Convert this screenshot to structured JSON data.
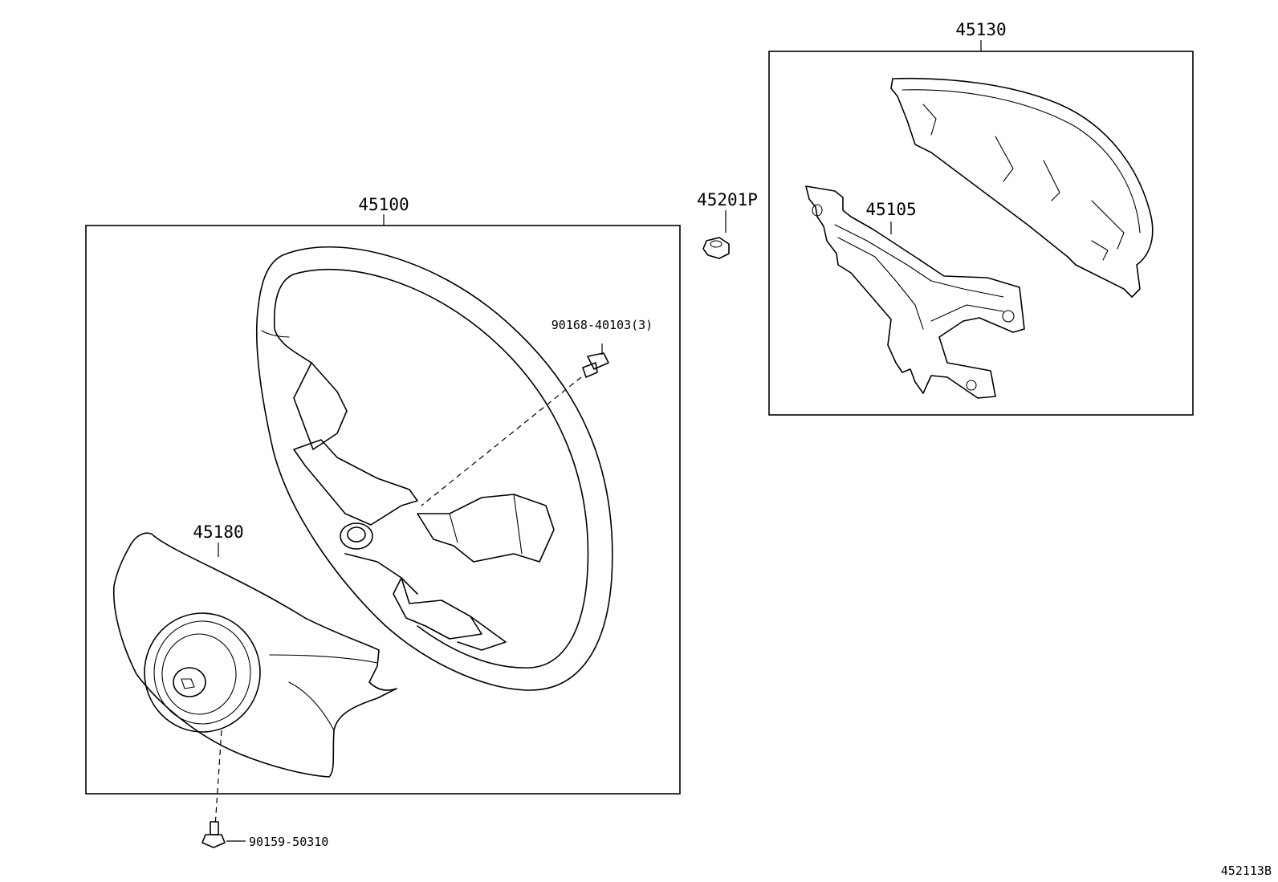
{
  "diagram": {
    "code": "452113B",
    "parts": [
      {
        "id": "p45100",
        "number": "45100"
      },
      {
        "id": "p45130",
        "number": "45130"
      },
      {
        "id": "p45105",
        "number": "45105"
      },
      {
        "id": "p45201P",
        "number": "45201P"
      },
      {
        "id": "p45180",
        "number": "45180"
      },
      {
        "id": "pbolt1",
        "number": "90168-40103(3)"
      },
      {
        "id": "pbolt2",
        "number": "90159-50310"
      }
    ]
  }
}
